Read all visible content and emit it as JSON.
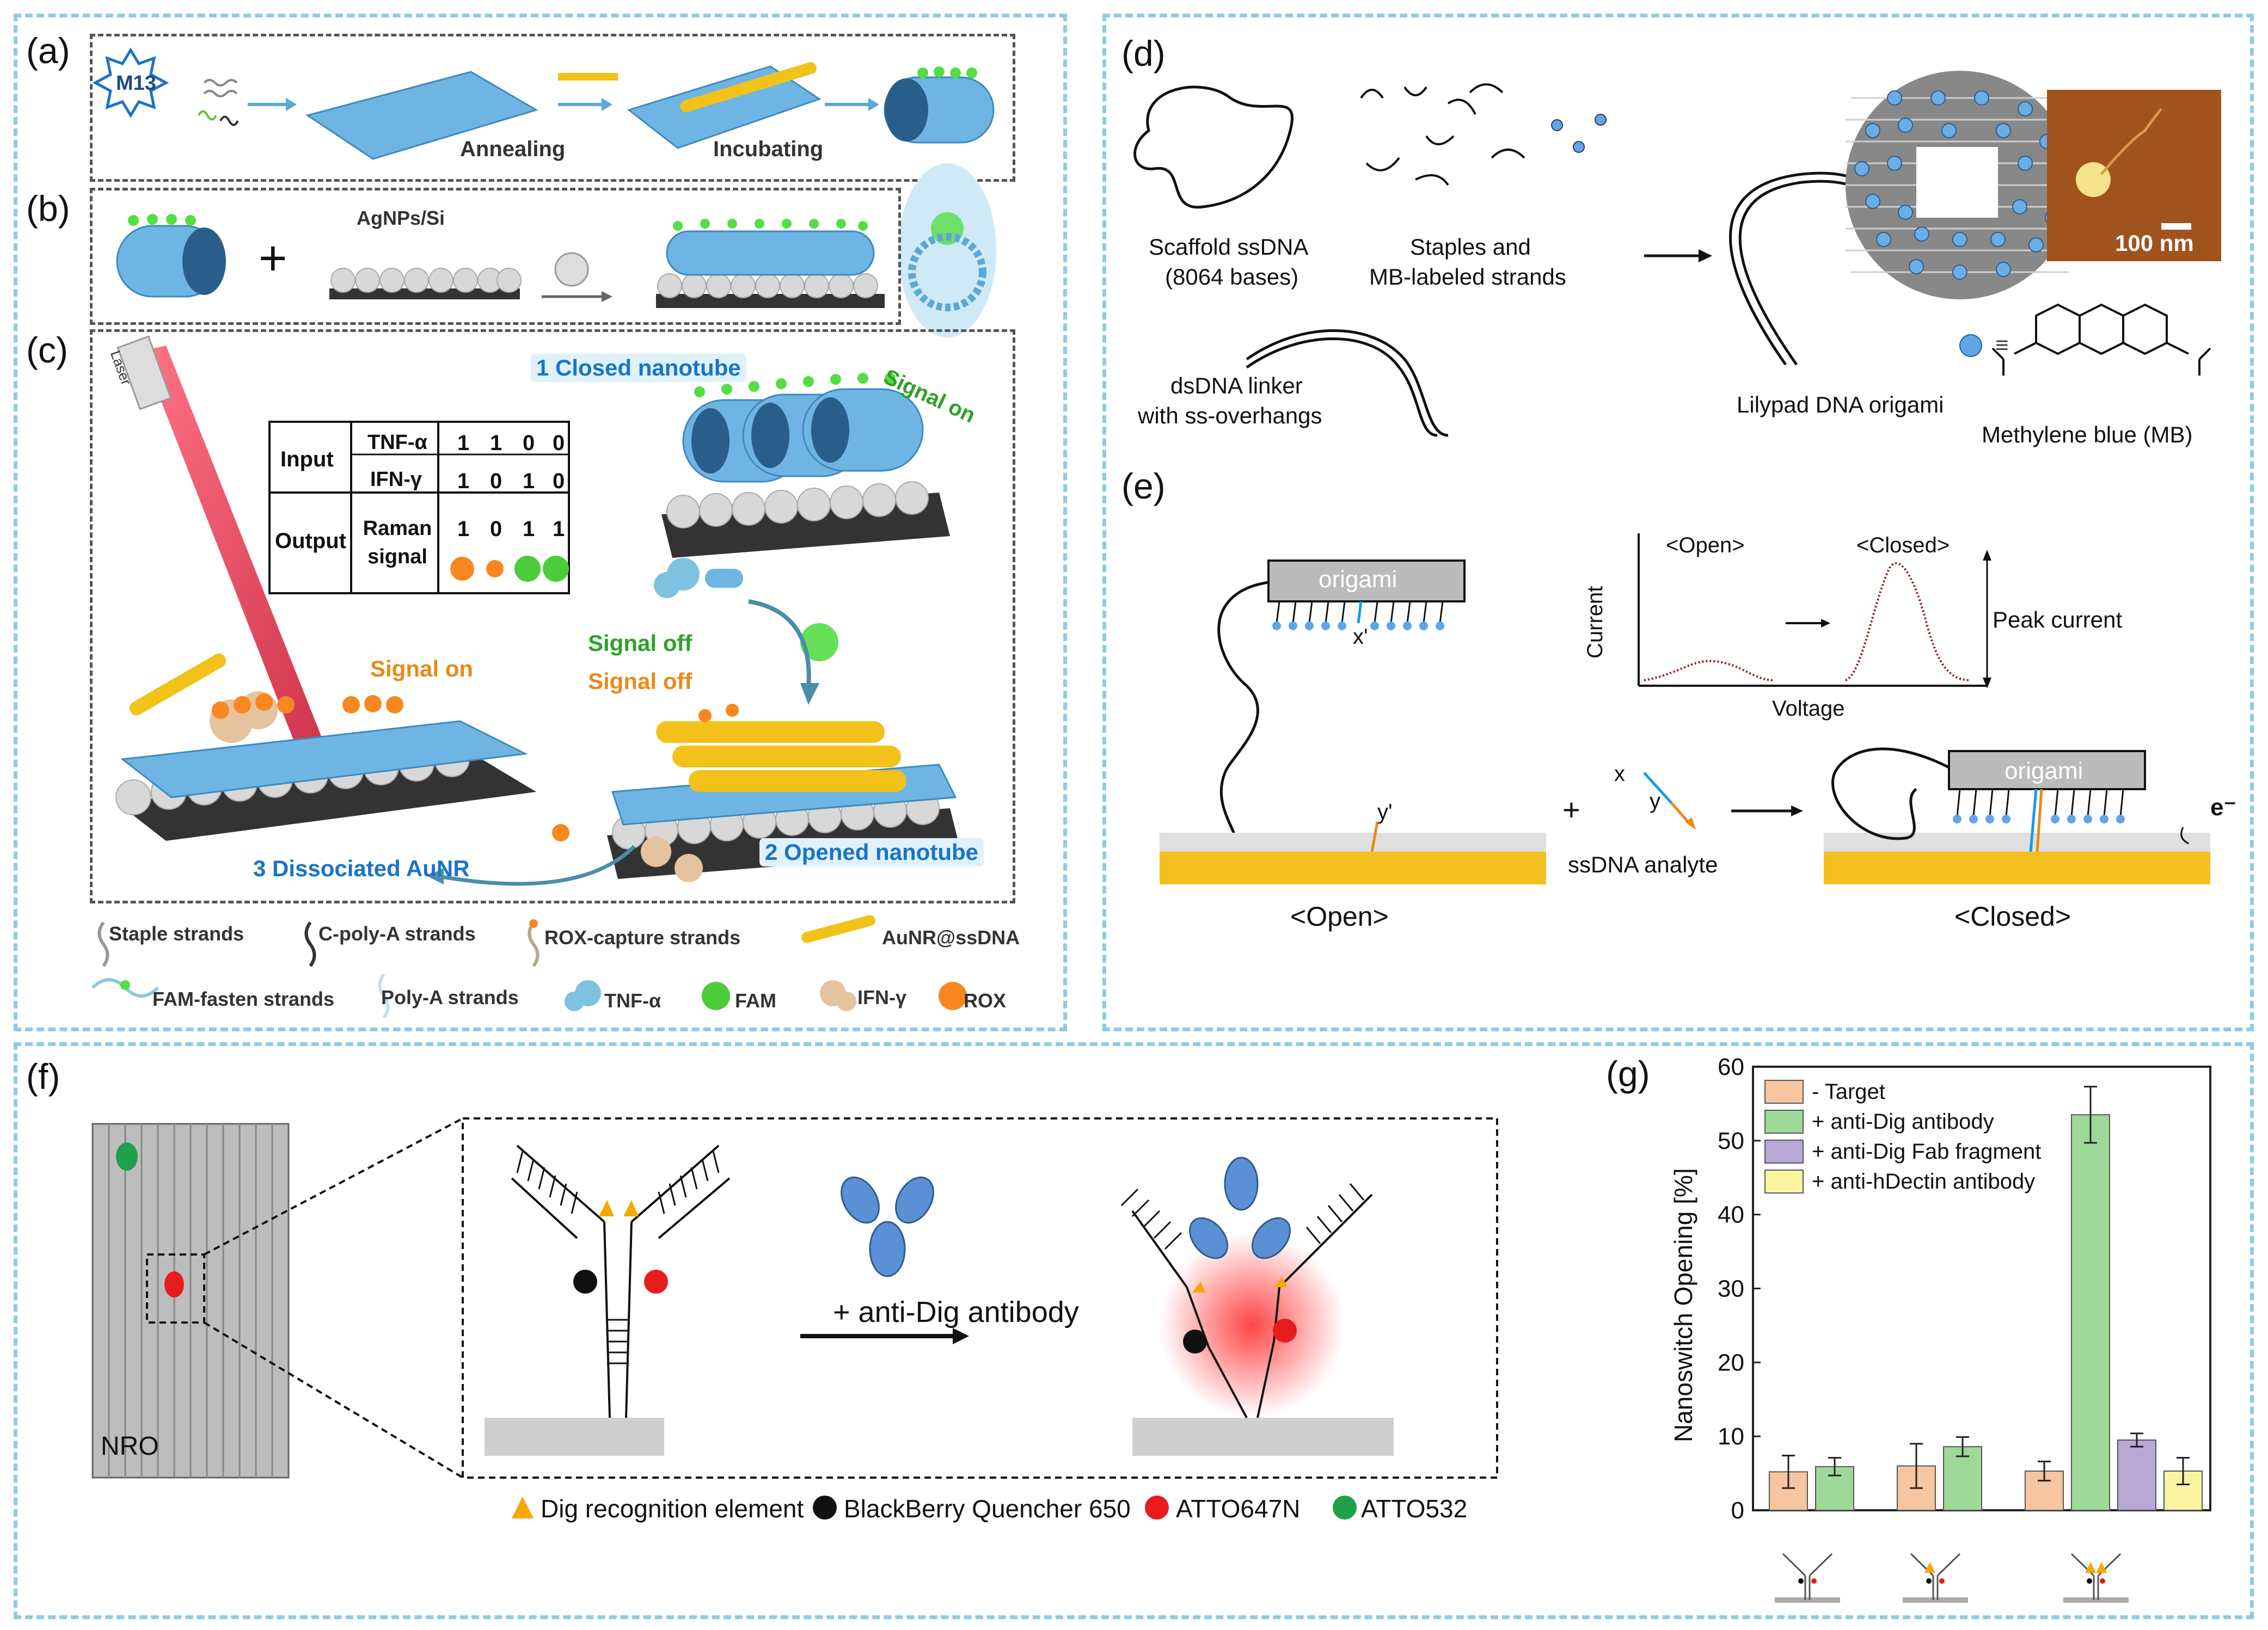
{
  "panels": {
    "a": {
      "label": "(a)",
      "m13": "M13",
      "annealing": "Annealing",
      "incubating": "Incubating"
    },
    "b": {
      "label": "(b)",
      "substrate": "AgNPs/Si"
    },
    "c": {
      "label": "(c)",
      "laser": "Laser",
      "closed": "1 Closed nanotube",
      "opened": "2 Opened nanotube",
      "dissociated": "3 Dissociated AuNR",
      "signal_on_green": "Signal on",
      "signal_on_orange": "Signal on",
      "signal_off_green": "Signal off",
      "signal_off_orange": "Signal off",
      "truth_table": {
        "input": "Input",
        "output": "Output",
        "tnf": "TNF-α",
        "ifn": "IFN-γ",
        "raman": "Raman signal",
        "tnf_vals": [
          "1",
          "1",
          "0",
          "0"
        ],
        "ifn_vals": [
          "1",
          "0",
          "1",
          "0"
        ],
        "raman_vals": [
          "1",
          "0",
          "1",
          "1"
        ]
      },
      "legend": {
        "staple": "Staple strands",
        "cpolya": "C-poly-A strands",
        "roxcap": "ROX-capture strands",
        "aunr": "AuNR@ssDNA",
        "famfasten": "FAM-fasten strands",
        "polya": "Poly-A strands",
        "tnf": "TNF-α",
        "fam": "FAM",
        "ifn": "IFN-γ",
        "rox": "ROX"
      }
    },
    "d": {
      "label": "(d)",
      "scaffold": "Scaffold ssDNA",
      "scaffold2": "(8064 bases)",
      "staples": "Staples and",
      "staples2": "MB-labeled strands",
      "linker": "dsDNA linker",
      "linker2": "with ss-overhangs",
      "lilypad": "Lilypad DNA origami",
      "mb": "Methylene blue (MB)",
      "scale": "100 nm",
      "equiv": "≡"
    },
    "e": {
      "label": "(e)",
      "origami": "origami",
      "x_prime": "x'",
      "y_prime": "y'",
      "open_tag": "<Open>",
      "closed_tag": "<Closed>",
      "current": "Current",
      "voltage": "Voltage",
      "peak": "Peak current",
      "x": "x",
      "y": "y",
      "analyte": "ssDNA analyte",
      "open_label": "<Open>",
      "closed_label": "<Closed>",
      "electron": "e⁻",
      "plus": "+"
    },
    "f": {
      "label": "(f)",
      "nro": "NRO",
      "antibody_label": "+ anti-Dig antibody",
      "legend": [
        "Dig recognition element",
        "BlackBerry Quencher 650",
        "ATTO647N",
        "ATTO532"
      ]
    },
    "g": {
      "label": "(g)"
    }
  },
  "colors": {
    "box_dash": "#8fcbe6",
    "orange": "#f6a13a",
    "green": "#4ccc3a",
    "blue_tube": "#5aa8d8",
    "gold": "#f4c020",
    "red": "#e02020"
  },
  "chart_data": {
    "type": "bar",
    "ylabel": "Nanoswitch Opening [%]",
    "ylim": [
      0,
      60
    ],
    "yticks": [
      0,
      10,
      20,
      30,
      40,
      50,
      60
    ],
    "groups": [
      {
        "bars": [
          {
            "series": "- Target",
            "value": 5.2,
            "err": 2.2
          },
          {
            "series": "+ anti-Dig antibody",
            "value": 5.9,
            "err": 1.2
          }
        ]
      },
      {
        "bars": [
          {
            "series": "- Target",
            "value": 6.0,
            "err": 3.0
          },
          {
            "series": "+ anti-Dig antibody",
            "value": 8.6,
            "err": 1.3
          }
        ]
      },
      {
        "bars": [
          {
            "series": "- Target",
            "value": 5.3,
            "err": 1.3
          },
          {
            "series": "+ anti-Dig antibody",
            "value": 53.5,
            "err": 3.8
          },
          {
            "series": "+ anti-Dig Fab fragment",
            "value": 9.5,
            "err": 0.9
          },
          {
            "series": "+ anti-hDectin antibody",
            "value": 5.3,
            "err": 1.8
          }
        ]
      }
    ],
    "series": [
      {
        "name": "- Target",
        "color": "#f7c59f"
      },
      {
        "name": "+ anti-Dig antibody",
        "color": "#9ed99a"
      },
      {
        "name": "+ anti-Dig Fab fragment",
        "color": "#b7a8d6"
      },
      {
        "name": "+ anti-hDectin antibody",
        "color": "#f8f4a0"
      }
    ],
    "legend_position": "top-left"
  }
}
